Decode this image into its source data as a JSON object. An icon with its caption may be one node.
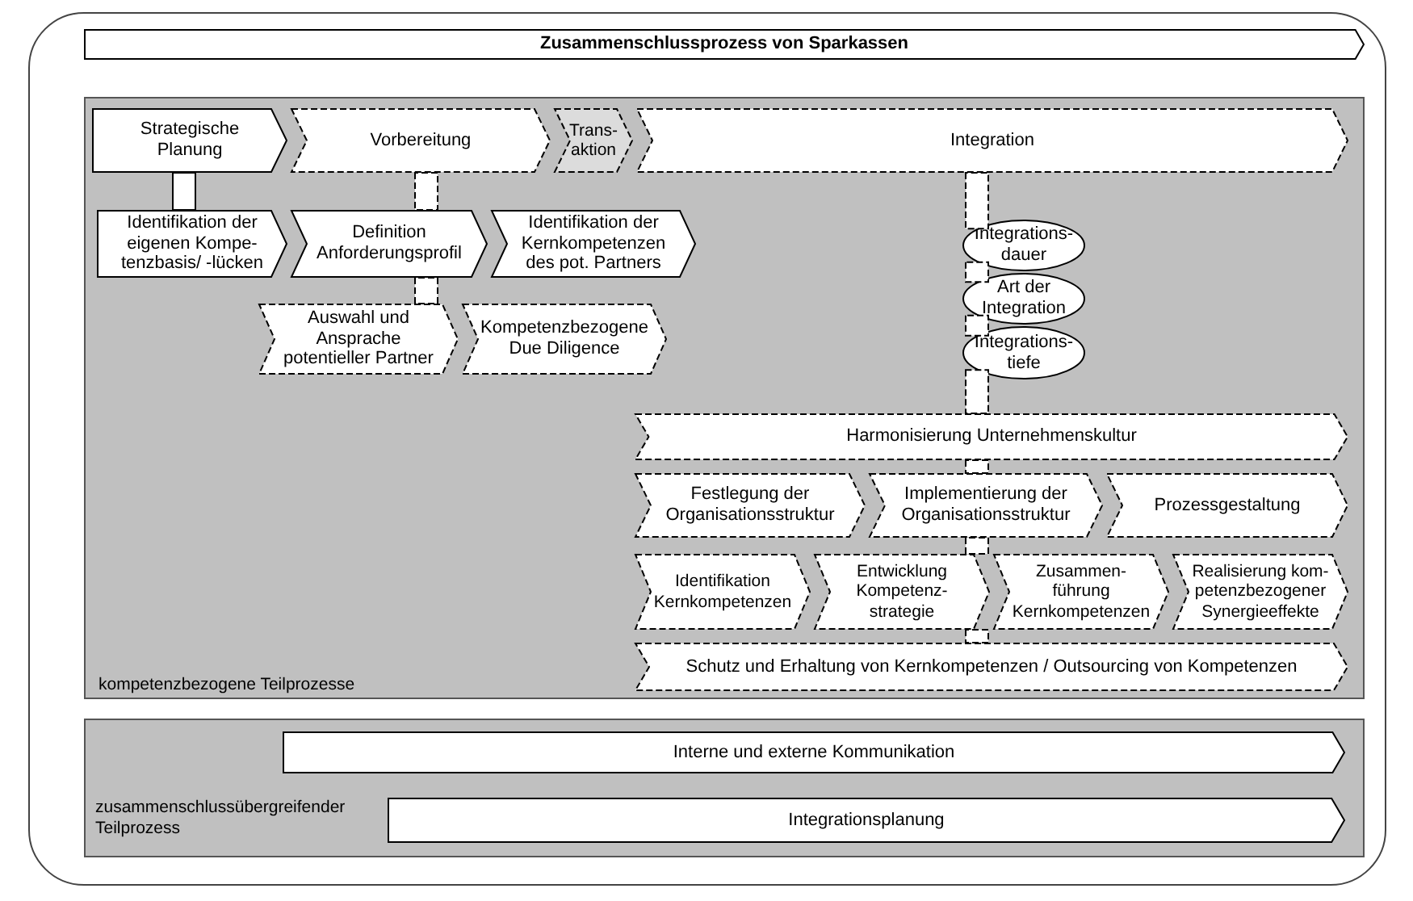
{
  "diagram": {
    "nodes": [
      {
        "text": [
          "Zusammenschlussprozess von Sparkassen"
        ]
      },
      {
        "text": [
          "kompetenzbezogene Teilprozesse"
        ]
      },
      {
        "text": [
          "Strategische Planung"
        ],
        "in": 1
      },
      {
        "text": [
          "Vorbereitung"
        ],
        "in": 1
      },
      {
        "text": [
          "Trans- aktion"
        ],
        "in": 1
      },
      {
        "text": [
          "Integration"
        ],
        "in": 1
      },
      {
        "text": [
          "Identifikation der eigenen Kompe- tenzbasis/ -lücken"
        ],
        "in": 1
      },
      {
        "text": [
          "Definition Anforderungsprofil"
        ],
        "in": 1
      },
      {
        "text": [
          "Identifikation der Kernkompetenzen des pot. Partners"
        ],
        "in": 1
      },
      {
        "text": [
          "Auswahl und Ansprache potentieller Partner"
        ],
        "in": 1
      },
      {
        "text": [
          "Kompetenzbezogene Due Diligence"
        ],
        "in": 1
      },
      {
        "text": [
          "Integrations- dauer"
        ],
        "in": 1
      },
      {
        "text": [
          "Art der Integration"
        ],
        "in": 1
      },
      {
        "text": [
          "Integrations- tiefe"
        ],
        "in": 1
      },
      {
        "text": [
          "Harmonisierung Unternehmenskultur"
        ],
        "in": 1
      },
      {
        "text": [
          "Festlegung der Organisationsstruktur"
        ],
        "in": 1
      },
      {
        "text": [
          "Implementierung der Organisationsstruktur"
        ],
        "in": 1
      },
      {
        "text": [
          "Prozessgestaltung"
        ],
        "in": 1
      },
      {
        "text": [
          "Identifikation Kernkompetenzen"
        ],
        "in": 1
      },
      {
        "text": [
          "Entwicklung Kompetenz- strategie"
        ],
        "in": 1
      },
      {
        "text": [
          "Zusammen- führung Kernkompetenzen"
        ],
        "in": 1
      },
      {
        "text": [
          "Realisierung kom- petenzbezogener Synergieeffekte"
        ],
        "in": 1
      },
      {
        "text": [
          "Schutz und Erhaltung von Kernkompetenzen / Outsourcing von Kompetenzen"
        ],
        "in": 1
      },
      {
        "text": [
          "zusammenschlussübergreifender Teilprozess"
        ]
      },
      {
        "text": [
          "Interne und externe Kommunikation"
        ],
        "in": 23
      },
      {
        "text": [
          "Integrationsplanung"
        ],
        "in": 23
      }
    ],
    "edges": [
      {
        "from": 2,
        "to": 6,
        "arrow": "none"
      },
      {
        "from": 3,
        "to": 7,
        "arrow": "none",
        "style": "dashed"
      },
      {
        "from": 7,
        "to": 9,
        "arrow": "none",
        "style": "dashed"
      },
      {
        "from": 5,
        "to": 11,
        "arrow": "none",
        "style": "dashed"
      },
      {
        "from": 11,
        "to": 12,
        "arrow": "none",
        "style": "dashed"
      },
      {
        "from": 12,
        "to": 13,
        "arrow": "none",
        "style": "dashed"
      },
      {
        "from": 13,
        "to": 14,
        "arrow": "none",
        "style": "dashed"
      },
      {
        "from": 14,
        "to": 16,
        "arrow": "none",
        "style": "dashed"
      },
      {
        "from": 16,
        "to": 19,
        "arrow": "none",
        "style": "dashed"
      },
      {
        "from": 19,
        "to": 22,
        "arrow": "none",
        "style": "dashed"
      }
    ]
  }
}
